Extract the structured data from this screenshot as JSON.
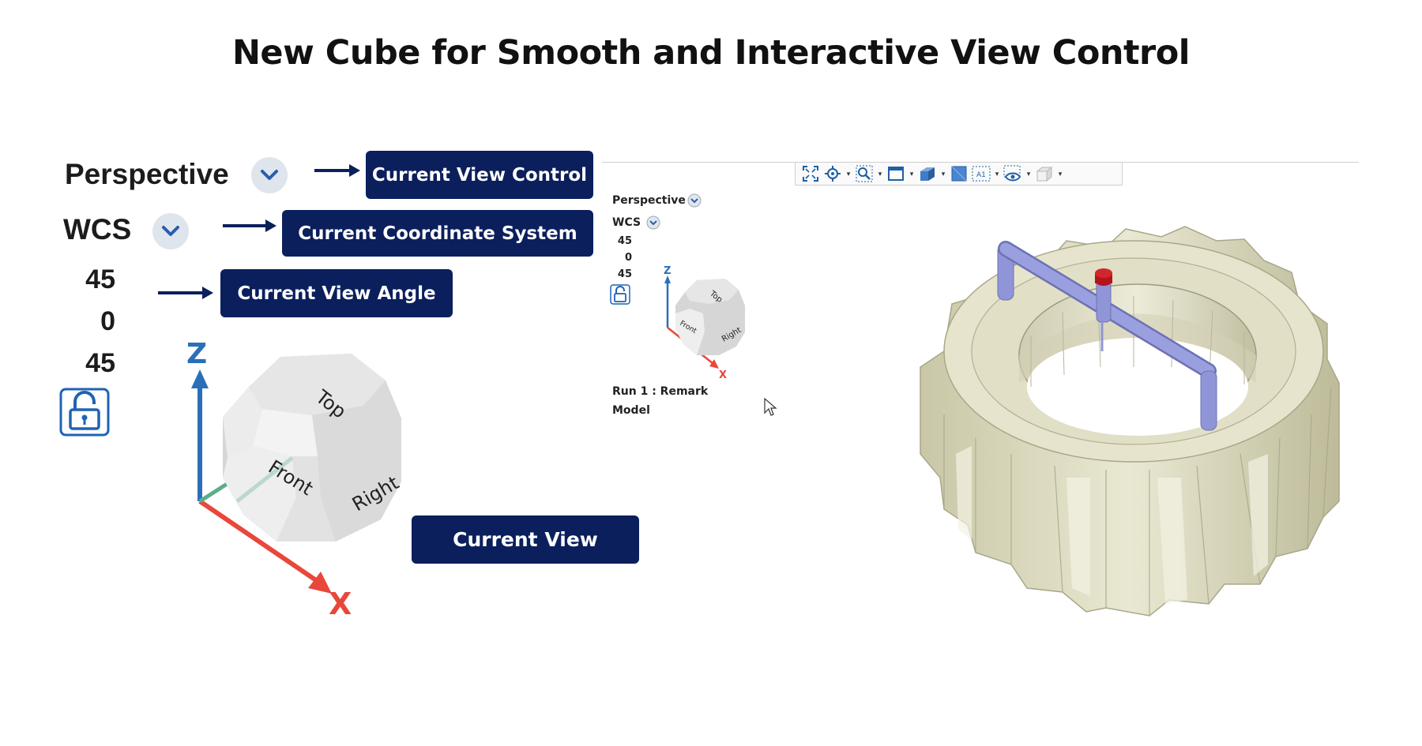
{
  "title": "New Cube for Smooth and Interactive View Control",
  "left_panel": {
    "view_mode": "Perspective",
    "coord_system": "WCS",
    "angles": [
      "45",
      "0",
      "45"
    ]
  },
  "callouts": {
    "view_control": "Current View Control",
    "coord_system": "Current Coordinate System",
    "view_angle": "Current View Angle",
    "current_view": "Current View"
  },
  "cube_faces": {
    "top": "Top",
    "front": "Front",
    "right": "Right"
  },
  "axes": {
    "z": "Z",
    "x": "X"
  },
  "viewport": {
    "view_mode": "Perspective",
    "coord_system": "WCS",
    "angles": [
      "45",
      "0",
      "45"
    ],
    "run_label": "Run 1 : Remark",
    "model_label": "Model"
  },
  "colors": {
    "callout_bg": "#0b1f5c",
    "axis_z": "#2a6fb8",
    "axis_x": "#e8473a",
    "gear": "#d9d7bd",
    "pipe": "#8f95d6",
    "marker": "#b5121b"
  },
  "toolbar_icons": [
    "fit-all-icon",
    "center-icon",
    "zoom-icon",
    "window-icon",
    "shaded-box-icon",
    "view-face-icon",
    "label-icon",
    "visibility-icon",
    "box-outline-icon"
  ]
}
